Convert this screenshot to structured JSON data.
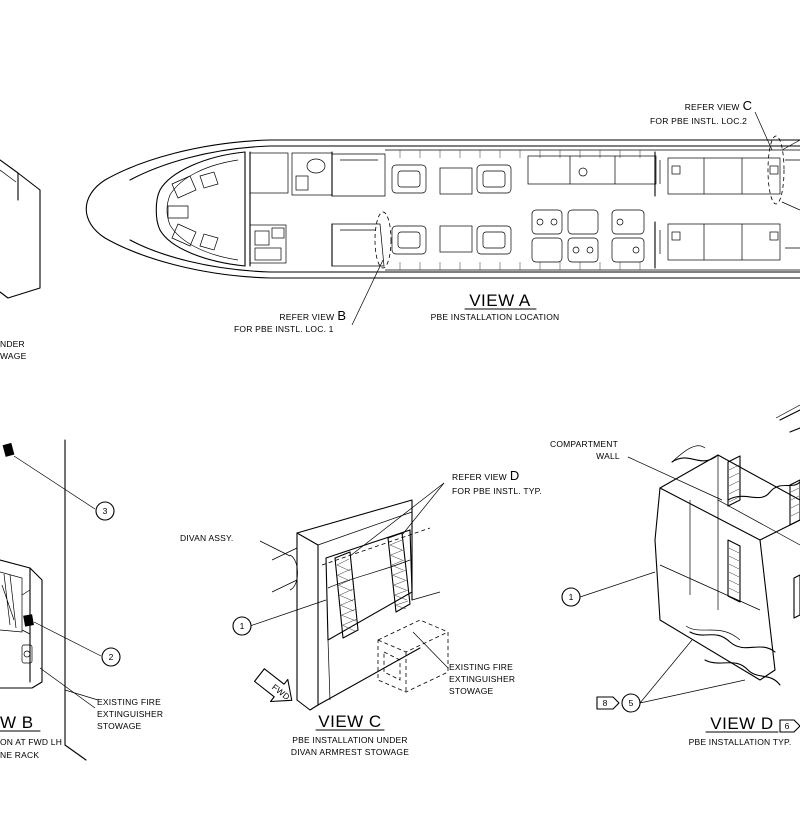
{
  "view_a": {
    "title": "VIEW A",
    "subtitle": "PBE INSTALLATION LOCATION",
    "refer_b_prefix": "REFER VIEW",
    "refer_b_letter": "B",
    "refer_b_note": "FOR PBE INSTL. LOC. 1",
    "refer_c_prefix": "REFER VIEW",
    "refer_c_letter": "C",
    "refer_c_note": "FOR PBE INSTL. LOC.2"
  },
  "top_left": {
    "line1": "NDER",
    "line2": "WAGE"
  },
  "view_b": {
    "title": "W B",
    "line1": "ON AT FWD LH",
    "line2": "NE RACK",
    "existing_1": "EXISTING FIRE",
    "existing_2": "EXTINGUISHER",
    "existing_3": "STOWAGE",
    "bubble_2": "2",
    "bubble_3": "3"
  },
  "view_c": {
    "title": "VIEW C",
    "line1": "PBE INSTALLATION UNDER",
    "line2": "DIVAN ARMREST STOWAGE",
    "divan": "DIVAN ASSY.",
    "refer_prefix": "REFER VIEW",
    "refer_letter": "D",
    "refer_note": "FOR PBE INSTL. TYP.",
    "existing_1": "EXISTING FIRE",
    "existing_2": "EXTINGUISHER",
    "existing_3": "STOWAGE",
    "fwd": "FWD",
    "bubble_1": "1"
  },
  "view_d": {
    "title": "VIEW D",
    "note_flag": "6",
    "subtitle": "PBE INSTALLATION TYP.",
    "compartment_1": "COMPARTMENT",
    "compartment_2": "WALL",
    "bubble_1": "1",
    "bubble_5": "5",
    "flag_8": "8"
  }
}
